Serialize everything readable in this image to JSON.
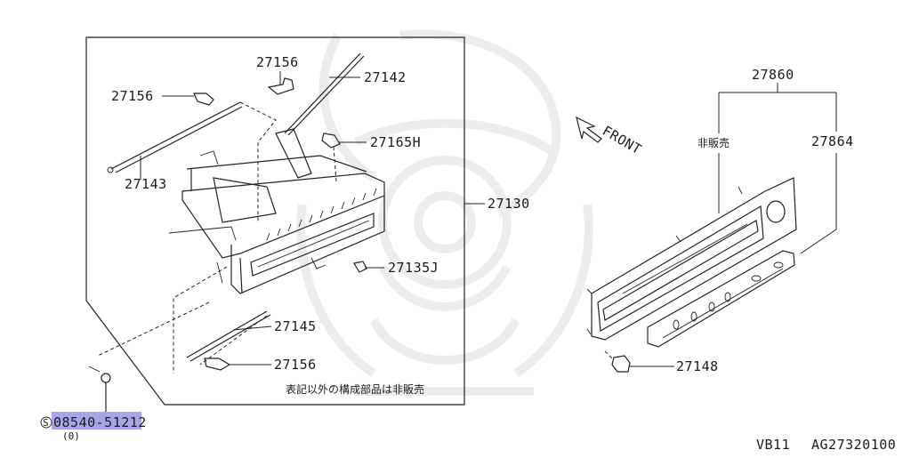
{
  "diagram": {
    "labels": {
      "p27156_top": "27156",
      "p27142": "27142",
      "p27156_left": "27156",
      "p27143": "27143",
      "p27165H": "27165H",
      "p27130": "27130",
      "p27135J": "27135J",
      "p27145": "27145",
      "p27156_bottom": "27156",
      "p27860": "27860",
      "p27864": "27864",
      "p27148": "27148",
      "front": "FRONT",
      "not_for_sale": "非販売",
      "note": "表記以外の構成部品は非販売",
      "screw_prefix": "S",
      "screw_part": "08540-51212",
      "screw_qty": "(0)"
    },
    "footer": {
      "model": "VB11",
      "code": "AG27320100"
    },
    "highlight_color": "#a9a6e8"
  }
}
